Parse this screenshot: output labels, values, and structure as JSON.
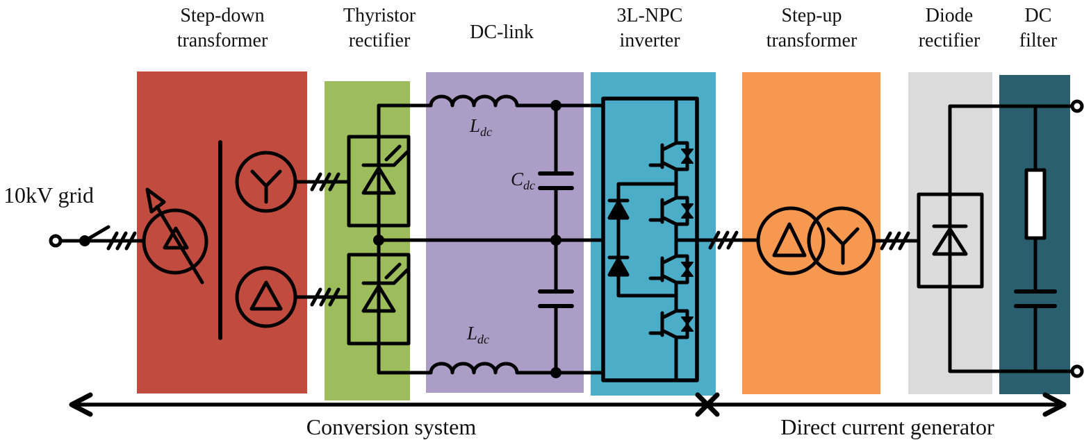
{
  "figure": {
    "description_left_input": "10kV grid",
    "span_labels": {
      "left": "Conversion system",
      "right": "Direct current generator"
    }
  },
  "blocks": [
    {
      "id": "step-down-transformer",
      "label_line1": "Step-down",
      "label_line2": "transformer",
      "color": "#c24b40"
    },
    {
      "id": "thyristor-rectifier",
      "label_line1": "Thyristor",
      "label_line2": "rectifier",
      "color": "#9dbc5c"
    },
    {
      "id": "dc-link",
      "label_line1": "DC-link",
      "label_line2": "",
      "color": "#ab9dc6"
    },
    {
      "id": "npc-inverter",
      "label_line1": "3L-NPC",
      "label_line2": "inverter",
      "color": "#4badc8"
    },
    {
      "id": "step-up-transformer",
      "label_line1": "Step-up",
      "label_line2": "transformer",
      "color": "#f79850"
    },
    {
      "id": "diode-rectifier",
      "label_line1": "Diode",
      "label_line2": "rectifier",
      "color": "#dbdbdb"
    },
    {
      "id": "dc-filter",
      "label_line1": "DC",
      "label_line2": "filter",
      "color": "#2a5f6f"
    }
  ],
  "components": {
    "inductor_top": {
      "base": "L",
      "sub": "dc"
    },
    "capacitor_top": {
      "base": "C",
      "sub": "dc"
    },
    "inductor_bottom": {
      "base": "L",
      "sub": "dc"
    }
  },
  "colors": {
    "wire": "#000000",
    "text": "#111111"
  }
}
